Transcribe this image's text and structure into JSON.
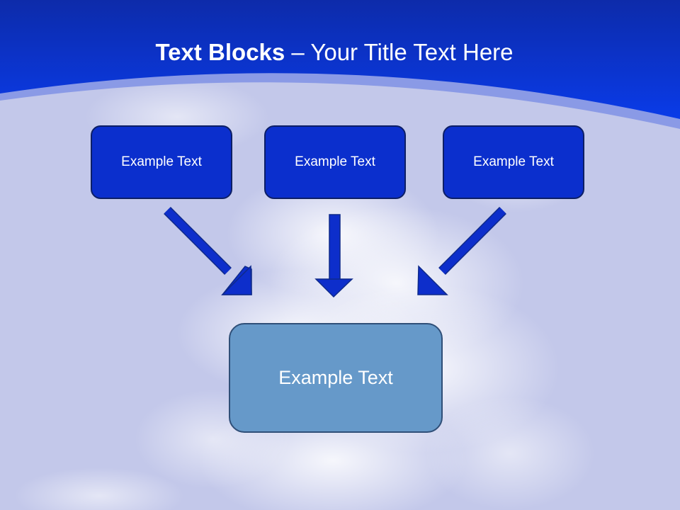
{
  "slide": {
    "title_bold": "Text Blocks",
    "title_dash": " – ",
    "title_rest": "Your Title Text Here"
  },
  "blocks": {
    "left": "Example Text",
    "middle": "Example Text",
    "right": "Example Text",
    "target": "Example Text"
  },
  "colors": {
    "header_blue": "#0b2fcd",
    "small_box_fill": "#0b2fcd",
    "large_box_fill": "#6699c9",
    "arrow_fill": "#0d2ecb",
    "background": "#c3c8ea"
  }
}
